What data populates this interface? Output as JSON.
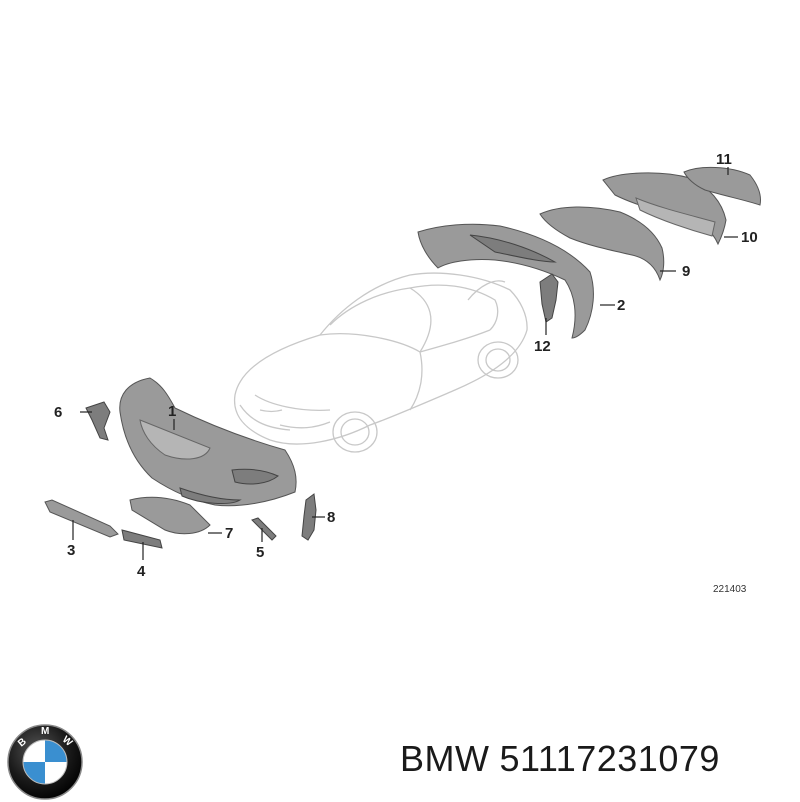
{
  "diagram": {
    "ref_number": "221403",
    "callouts": [
      "1",
      "2",
      "3",
      "4",
      "5",
      "6",
      "7",
      "8",
      "9",
      "10",
      "11",
      "12"
    ]
  },
  "footer": {
    "brand": "BMW",
    "part_number": "51117231079"
  },
  "logo": {
    "letters": [
      "B",
      "M",
      "W"
    ],
    "colors": {
      "ring": "#111111",
      "blue": "#3a8fd0",
      "white": "#ffffff"
    }
  }
}
